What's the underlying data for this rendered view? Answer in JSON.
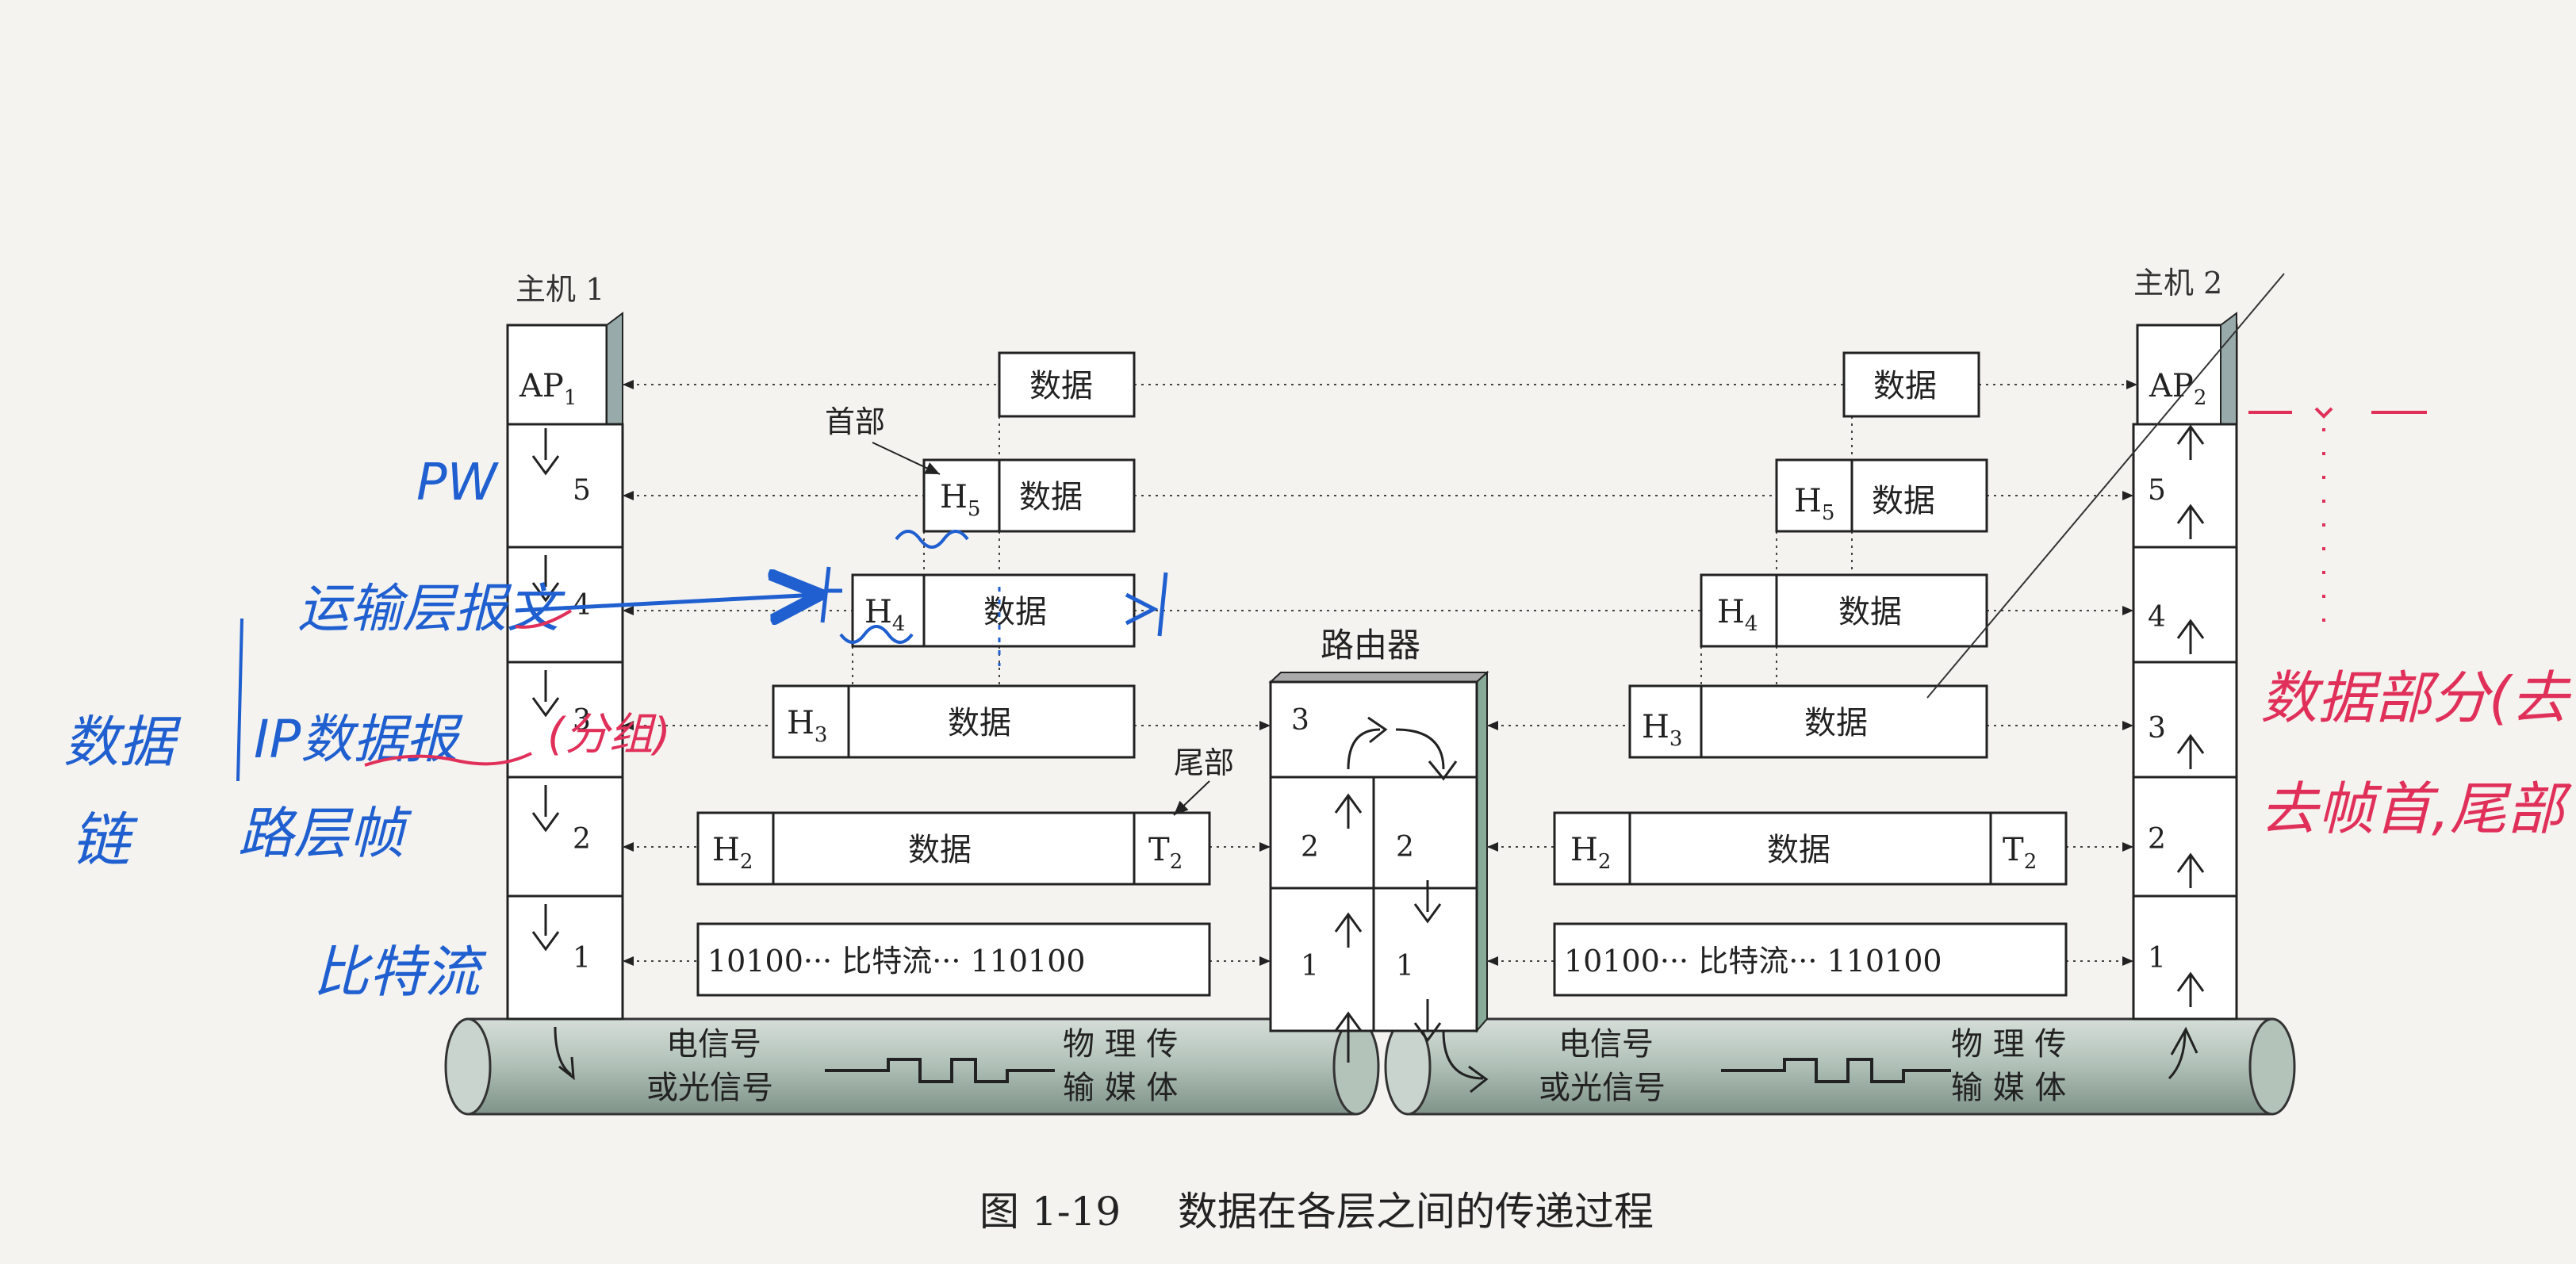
{
  "caption": {
    "figure": "图 1-19",
    "title": "数据在各层之间的传递过程"
  },
  "hosts": {
    "left": "主机 1",
    "right": "主机 2"
  },
  "router": {
    "title": "路由器",
    "layers": [
      "3",
      "2",
      "1"
    ]
  },
  "stack": {
    "ap_left": "AP",
    "ap_right": "AP",
    "ap_left_sub": "1",
    "ap_right_sub": "2",
    "layers": [
      "5",
      "4",
      "3",
      "2",
      "1"
    ]
  },
  "pdu": {
    "data": "数据",
    "h": "H",
    "t": "T",
    "bits": "10100··· 比特流··· 110100",
    "head_label": "首部",
    "tail_label": "尾部"
  },
  "medium": {
    "signal": "电信号",
    "signal2": "或光信号",
    "phys1": "物 理 传",
    "phys2": "输 媒 体"
  },
  "annotations": {
    "blue": [
      "PW",
      "运输层报文",
      "IP数据报",
      "数据",
      "链",
      "路层帧",
      "比特流"
    ],
    "pink_grouping": "(分组)",
    "red": [
      "数据部分(去",
      "去帧首,尾部"
    ]
  },
  "colors": {
    "ink": "#1b1b1b",
    "blue_pen": "#1f5fd0",
    "red_pen": "#e0305a",
    "pipe": "#aebfb6",
    "paper": "#f4f3ef"
  }
}
